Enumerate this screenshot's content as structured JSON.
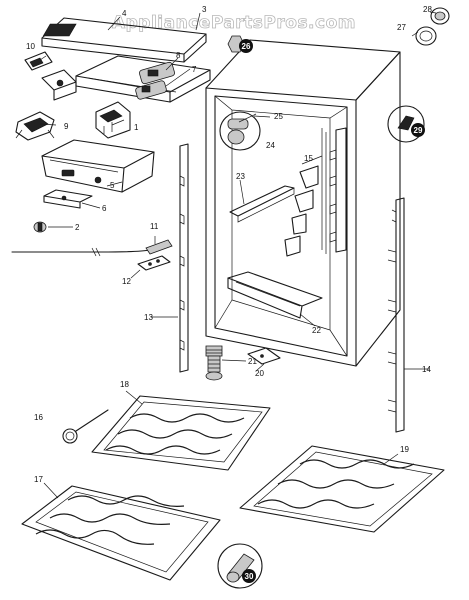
{
  "watermark": "AppliancePartsPros.com",
  "callouts": {
    "n1": "1",
    "n2": "2",
    "n3": "3",
    "n4": "4",
    "n5": "5",
    "n6": "6",
    "n7": "7",
    "n8": "8",
    "n9": "9",
    "n10": "10",
    "n11": "11",
    "n12": "12",
    "n13": "13",
    "n14": "14",
    "n15": "15",
    "n16": "16",
    "n17": "17",
    "n18": "18",
    "n19": "19",
    "n20": "20",
    "n21": "21",
    "n22": "22",
    "n23": "23",
    "n24": "24",
    "n25": "25",
    "n26": "26",
    "n27": "27",
    "n28": "28",
    "n29": "29",
    "n30": "30"
  }
}
